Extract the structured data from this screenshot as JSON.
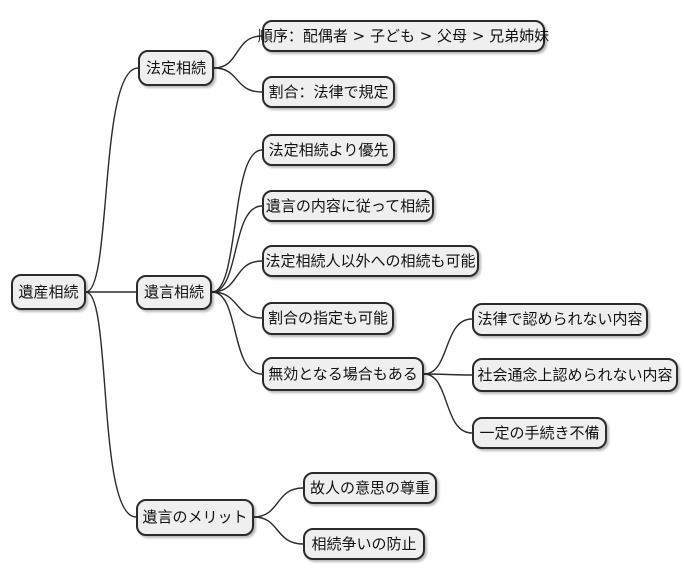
{
  "diagram": {
    "type": "mindmap",
    "topic": "遺産相続（inheritance mind map）",
    "colors": {
      "background": "#ffffff",
      "node_fill": "#efefef",
      "node_border": "#2b2b2b",
      "edge": "#2b2b2b",
      "text": "#111111"
    },
    "root": {
      "label": "遺産相続",
      "children": [
        {
          "label": "法定相続",
          "children": [
            {
              "label": "順序：配偶者 > 子ども > 父母 > 兄弟姉妹"
            },
            {
              "label": "割合：法律で規定"
            }
          ]
        },
        {
          "label": "遺言相続",
          "children": [
            {
              "label": "法定相続より優先"
            },
            {
              "label": "遺言の内容に従って相続"
            },
            {
              "label": "法定相続人以外への相続も可能"
            },
            {
              "label": "割合の指定も可能"
            },
            {
              "label": "無効となる場合もある",
              "children": [
                {
                  "label": "法律で認められない内容"
                },
                {
                  "label": "社会通念上認められない内容"
                },
                {
                  "label": "一定の手続き不備"
                }
              ]
            }
          ]
        },
        {
          "label": "遺言のメリット",
          "children": [
            {
              "label": "故人の意思の尊重"
            },
            {
              "label": "相続争いの防止"
            }
          ]
        }
      ]
    }
  }
}
